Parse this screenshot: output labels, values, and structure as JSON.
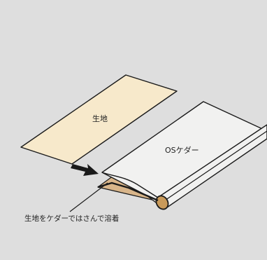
{
  "diagram": {
    "labels": {
      "fabric": "生地",
      "os_keder": "OSケダー",
      "caption": "生地をケダーではさんで溶着"
    },
    "colors": {
      "background": "#dedede",
      "fabric_fill": "#f7e9cb",
      "keder_fill": "#f1f1f0",
      "keder_core": "#c99a5a",
      "inner_fabric": "#d8b58a",
      "outline": "#1a1a1a"
    },
    "icons": {
      "insert_direction": "arrow-right-icon"
    }
  }
}
